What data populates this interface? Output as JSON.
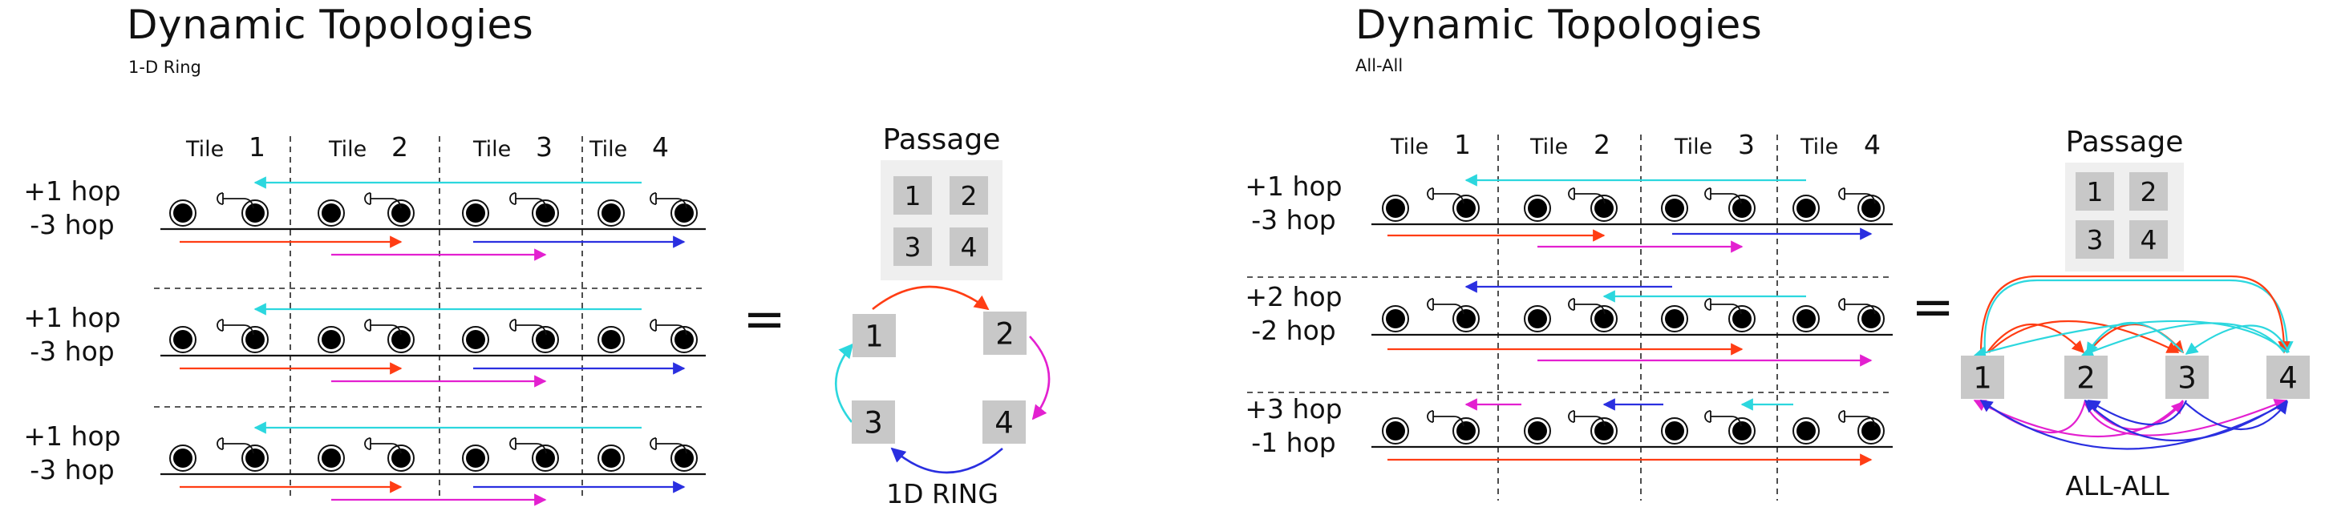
{
  "panels": [
    {
      "title": "Dynamic Topologies",
      "subtitle": "1-D Ring",
      "tile_word": "Tile",
      "tile_numbers": [
        "1",
        "2",
        "3",
        "4"
      ],
      "rows": [
        {
          "line1": "+1 hop",
          "line2": "-3 hop"
        },
        {
          "line1": "+1 hop",
          "line2": "-3 hop"
        },
        {
          "line1": "+1 hop",
          "line2": "-3 hop"
        }
      ],
      "equals": "=",
      "passage_title": "Passage",
      "passage_cells": [
        "1",
        "2",
        "3",
        "4"
      ],
      "topology_nodes": [
        "1",
        "2",
        "3",
        "4"
      ],
      "topology_label": "1D RING"
    },
    {
      "title": "Dynamic Topologies",
      "subtitle": "All-All",
      "tile_word": "Tile",
      "tile_numbers": [
        "1",
        "2",
        "3",
        "4"
      ],
      "rows": [
        {
          "line1": "+1 hop",
          "line2": "-3 hop"
        },
        {
          "line1": "+2 hop",
          "line2": "-2 hop"
        },
        {
          "line1": "+3 hop",
          "line2": "-1 hop"
        }
      ],
      "equals": "=",
      "passage_title": "Passage",
      "passage_cells": [
        "1",
        "2",
        "3",
        "4"
      ],
      "topology_nodes": [
        "1",
        "2",
        "3",
        "4"
      ],
      "topology_label": "ALL-ALL"
    }
  ],
  "colors": {
    "red": "#ff3d14",
    "cyan": "#2cd7de",
    "magenta": "#e320d0",
    "blue": "#2a2fe0",
    "box": "#c8c8c8",
    "passage_bg": "#efefef"
  },
  "icons": {
    "qubit": "circle-marker-icon",
    "tweezer": "tweezer-icon",
    "arrow": "arrow-icon"
  }
}
